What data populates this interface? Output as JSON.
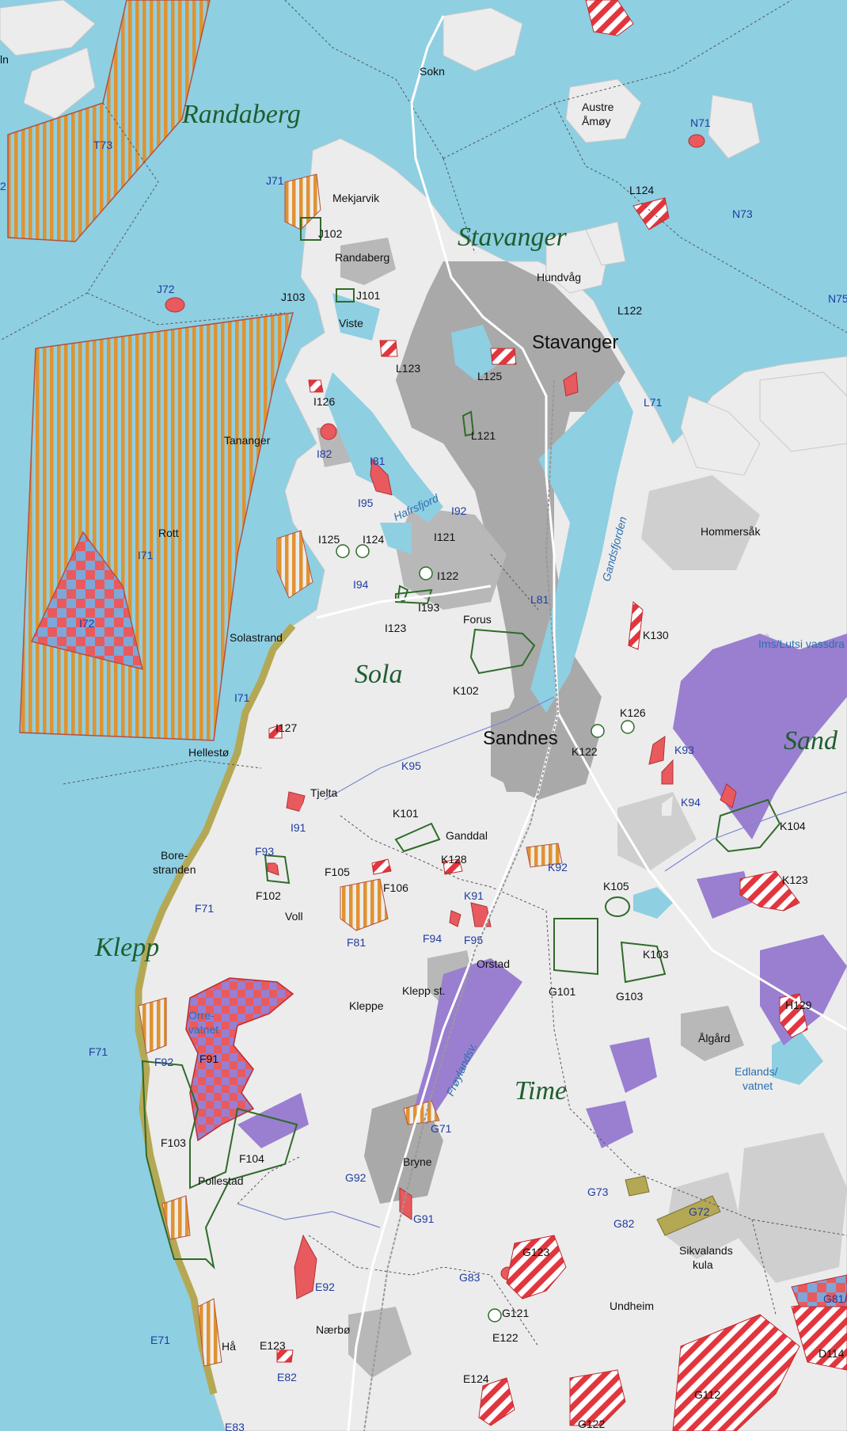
{
  "colors": {
    "sea": "#8ecfe2",
    "land": "#ececec",
    "urban": "#a9a9a9",
    "urban_light": "#c8c8c8",
    "purple_zone": "#9a7fd0",
    "red_zone": "#e85a5e",
    "orange_stripe": "#e0922f",
    "green_outline": "#2f6b2a",
    "coast_olive": "#b5a855",
    "municipality_text": "#1f5d2e",
    "code_text": "#1f3ca0"
  },
  "municipalities": {
    "randaberg": "Randaberg",
    "stavanger": "Stavanger",
    "sola": "Sola",
    "sandnes": "Sand",
    "klepp": "Klepp",
    "time": "Time"
  },
  "places": {
    "sokn": "Sokn",
    "austre_amoy_1": "Austre",
    "austre_amoy_2": "Åmøy",
    "mekjarvik": "Mekjarvik",
    "randaberg": "Randaberg",
    "hundvag": "Hundvåg",
    "viste": "Viste",
    "stavanger": "Stavanger",
    "tananger": "Tananger",
    "rott": "Rott",
    "solastrand": "Solastrand",
    "hommersak": "Hommersåk",
    "forus": "Forus",
    "sandnes": "Sandnes",
    "hellesto": "Hellestø",
    "tjelta": "Tjelta",
    "ganddal": "Ganddal",
    "borestranden_1": "Bore-",
    "borestranden_2": "stranden",
    "voll": "Voll",
    "orstad": "Orstad",
    "klepp_st": "Klepp st.",
    "kleppe": "Kleppe",
    "algard": "Ålgård",
    "orrevatnet_1": "Orre-",
    "orrevatnet_2": "vatnet",
    "pollestad": "Pollestad",
    "bryne": "Bryne",
    "sikvalands_1": "Sikvalands",
    "sikvalands_2": "kula",
    "undheim": "Undheim",
    "narbo": "Nærbø",
    "ha": "Hå",
    "edlandsvatnet_1": "Edlands/",
    "edlandsvatnet_2": "vatnet",
    "ims_lutsi": "Ims/Lutsi vassdra",
    "hafrsfjord": "Hafrsfjord",
    "gandsfjorden": "Gandsfjorden",
    "froylandsv": "Frøylandsv."
  },
  "codes": {
    "T73": "T73",
    "J71": "J71",
    "J72": "J72",
    "J102": "J102",
    "J103": "J103",
    "J101": "J101",
    "N71": "N71",
    "N73": "N73",
    "N75": "N75",
    "L124": "L124",
    "L122": "L122",
    "L123": "L123",
    "L125": "L125",
    "L121": "L121",
    "L71": "L71",
    "L81": "L81",
    "I126": "I126",
    "I82": "I82",
    "I81": "I81",
    "I95": "I95",
    "I92": "I92",
    "I125": "I125",
    "I124": "I124",
    "I121": "I121",
    "I122": "I122",
    "I94": "I94",
    "I193": "I193",
    "I123": "I123",
    "I71a": "I71",
    "I71b": "I71",
    "I72": "I72",
    "I127": "I127",
    "I91": "I91",
    "K130": "K130",
    "K102": "K102",
    "K126": "K126",
    "K122": "K122",
    "K93": "K93",
    "K95": "K95",
    "K94": "K94",
    "K101": "K101",
    "K104": "K104",
    "K128": "K128",
    "K92": "K92",
    "K123": "K123",
    "K105": "K105",
    "K91": "K91",
    "K103": "K103",
    "F93": "F93",
    "F105": "F105",
    "F106": "F106",
    "F102": "F102",
    "F71": "F71",
    "F81": "F81",
    "F94": "F94",
    "F95": "F95",
    "F71b": "F71",
    "F92": "F92",
    "F91": "F91",
    "F103": "F103",
    "F104": "F104",
    "G101": "G101",
    "G103": "G103",
    "H129": "H129",
    "G71": "G71",
    "G92": "G92",
    "G91": "G91",
    "G73": "G73",
    "G82": "G82",
    "G72": "G72",
    "G123": "G123",
    "G83": "G83",
    "G121": "G121",
    "E122": "E122",
    "G81": "G81/",
    "D114": "D114",
    "E92": "E92",
    "E71": "E71",
    "E123": "E123",
    "E82": "E82",
    "E124": "E124",
    "G112": "G112",
    "G122": "G122",
    "E83": "E83",
    "ln": "ln",
    "n2": "2"
  }
}
